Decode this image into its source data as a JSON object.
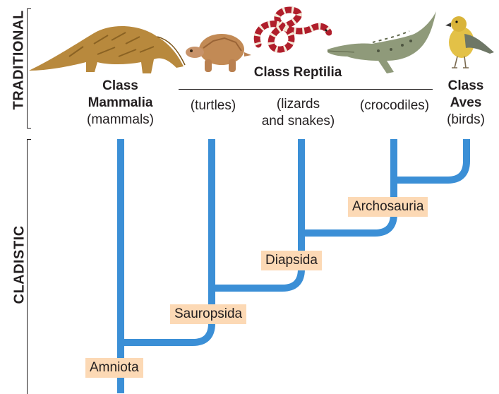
{
  "side_labels": {
    "traditional": "TRADITIONAL",
    "cladistic": "CLADISTIC"
  },
  "groups": {
    "mammalia": {
      "line1": "Class",
      "line2": "Mammalia",
      "common": "(mammals)"
    },
    "reptilia": {
      "title": "Class Reptilia"
    },
    "turtles": {
      "common": "(turtles)"
    },
    "lizards": {
      "line1": "(lizards",
      "line2": "and snakes)"
    },
    "crocodiles": {
      "common": "(crocodiles)"
    },
    "aves": {
      "line1": "Class",
      "line2": "Aves",
      "common": "(birds)"
    }
  },
  "clades": {
    "amniota": "Amniota",
    "sauropsida": "Sauropsida",
    "diapsida": "Diapsida",
    "archosauria": "Archosauria"
  },
  "illustrations": [
    "pangolin-illustration",
    "turtle-illustration",
    "snake-illustration",
    "crocodile-illustration",
    "bird-illustration"
  ],
  "colors": {
    "branch": "#3b8fd6",
    "clade_tag": "#fcd9b5",
    "text": "#231f20"
  }
}
